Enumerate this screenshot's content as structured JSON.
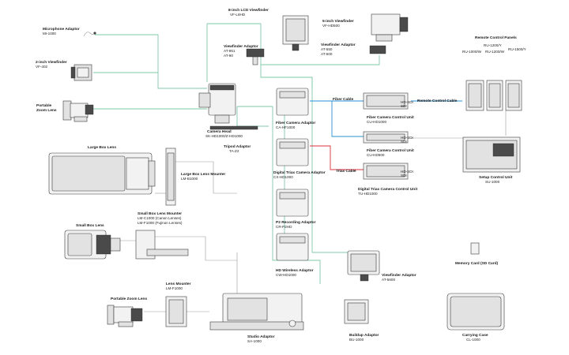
{
  "labels": {
    "mic_adaptor": [
      "Microphone Adaptor",
      "MI-1000"
    ],
    "vf_2inch": [
      "2-inch Viewfinder",
      "VF-402"
    ],
    "zoom_lens_portable": [
      "Portable",
      "Zoom Lens"
    ],
    "large_box_lens": "Large Box Lens",
    "small_box_lens": "Small Box Lens",
    "portable_zoom_lens": "Portable Zoom Lens",
    "lcd_vf": [
      "8-inch LCD Viewfinder",
      "VF-L8HD"
    ],
    "vf_adaptor_left": [
      "Viewfinder Adaptor",
      "AT-951",
      "AT-90"
    ],
    "vf_5inch": [
      "5-inch Viewfinder",
      "VF-HD500"
    ],
    "vf_adaptor_right": [
      "Viewfinder Adaptor",
      "AT-550",
      "AT-500"
    ],
    "camera_head": [
      "Camera Head",
      "SK-HD1000/Z-HD1000"
    ],
    "tripod_adaptor": [
      "Tripod Adaptor",
      "TA-Z2"
    ],
    "large_box_mounter": [
      "Large Box Lens Mounter",
      "LM-B1000"
    ],
    "small_box_mounter": [
      "Small Box Lens Mounter",
      "LM-C1000 (Canon Lenses)",
      "LM-F1000 (Fujinon Lenses)"
    ],
    "lens_mounter": [
      "Lens Mounter",
      "LM-F1000"
    ],
    "fiber_adaptor": [
      "Fiber Camera Adaptor",
      "CA-HF1000"
    ],
    "triax_adaptor": [
      "Digital Triax Camera Adaptor",
      "CX-HD1000"
    ],
    "p2_adaptor": [
      "P2 Recording Adaptor",
      "CR-P2HD"
    ],
    "hd_wireless": [
      "HD Wireless Adaptor",
      "CW-HD1000"
    ],
    "studio_adaptor": [
      "Studio Adaptor",
      "SA-1000"
    ],
    "fiber_cable": "Fiber Cable",
    "triax_cable": "Triax Cable",
    "remote_cable": "Remote Control Cable",
    "fiber_ccu_1": [
      "Fiber Camera Control Unit",
      "CU-HD1000"
    ],
    "fiber_ccu_2": [
      "Fiber Camera Control Unit",
      "CU-HD500"
    ],
    "triax_ccu": [
      "Digital Triax Camera Control Unit",
      "TU-HD1000"
    ],
    "remote_panels": "Remote Control Panels",
    "rcp_a": [
      "RU-1200/Y",
      "RU-1000/W"
    ],
    "rcp_b": "RU-1200/W",
    "rcp_c": "RU-1500/Y",
    "setup_unit": [
      "Setup Control Unit",
      "SU-1000"
    ],
    "vf_adaptor_bottom": [
      "Viewfinder Adaptor",
      "AT-5600"
    ],
    "buildup_adaptor": [
      "Buildup Adaptor",
      "BU-1000"
    ],
    "memory_card": "Memory Card (SD Card)",
    "carrying_case": [
      "Carrying Case",
      "CL-1000"
    ],
    "hd_sdi_a": "HD-SDI",
    "hd_sdi_b": "HD-SDI",
    "hd_sdi_c": "HD-SDI",
    "sdi_a": "SDI",
    "sdi_b": "SDI",
    "sdi_c": "SDI"
  },
  "colors": {
    "connector_green": "#7fc8a8",
    "fiber_blue": "#2a8fd0",
    "triax_red": "#d8323c",
    "line_grey": "#9a9a9a"
  }
}
